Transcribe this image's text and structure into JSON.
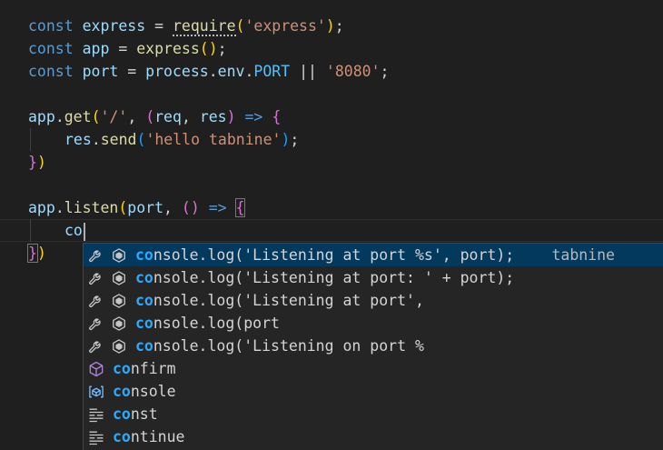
{
  "code": {
    "l1": {
      "kw": "const",
      "name": "express",
      "eq": " = ",
      "fn": "require",
      "o": "(",
      "arg": "'express'",
      "c": ")",
      "end": ";"
    },
    "l2": {
      "kw": "const",
      "name": "app",
      "eq": " = ",
      "fn": "express",
      "o": "(",
      "c": ")",
      "end": ";"
    },
    "l3": {
      "kw": "const",
      "name": "port",
      "eq": " = ",
      "obj": "process",
      "d1": ".",
      "prop1": "env",
      "d2": ".",
      "prop2": "PORT",
      "or": " || ",
      "val": "'8080'",
      "end": ";"
    },
    "l5": {
      "obj": "app",
      "dot": ".",
      "fn": "get",
      "o": "(",
      "path": "'/'",
      "comma": ", ",
      "o2": "(",
      "p1": "req",
      "pc": ", ",
      "p2": "res",
      "c2": ")",
      "arrow": " => ",
      "brace": "{"
    },
    "l6": {
      "obj": "res",
      "dot": ".",
      "fn": "send",
      "o": "(",
      "arg": "'hello tabnine'",
      "c": ")",
      "end": ";"
    },
    "l7": {
      "c": "}",
      "c2": ")"
    },
    "l9": {
      "obj": "app",
      "dot": ".",
      "fn": "listen",
      "o": "(",
      "arg": "port",
      "comma": ", ",
      "o2": "(",
      "c2": ")",
      "arrow": " => ",
      "brace": "{"
    },
    "l10": {
      "typed": "co"
    },
    "l11": {
      "c": "}",
      "c2": ")"
    }
  },
  "suggestions": [
    {
      "icon": "tabnine-icon",
      "prefix": "co",
      "rest": "nsole.log('Listening at port %s', port);",
      "detail": "tabnine",
      "selected": true
    },
    {
      "icon": "tabnine-icon",
      "prefix": "co",
      "rest": "nsole.log('Listening at port: ' + port);",
      "detail": "",
      "selected": false
    },
    {
      "icon": "tabnine-icon",
      "prefix": "co",
      "rest": "nsole.log('Listening at port',",
      "detail": "",
      "selected": false
    },
    {
      "icon": "tabnine-icon",
      "prefix": "co",
      "rest": "nsole.log(port",
      "detail": "",
      "selected": false
    },
    {
      "icon": "tabnine-icon",
      "prefix": "co",
      "rest": "nsole.log('Listening on port %",
      "detail": "",
      "selected": false
    },
    {
      "icon": "module-icon",
      "prefix": "co",
      "rest": "nfirm",
      "detail": "",
      "selected": false
    },
    {
      "icon": "variable-icon",
      "prefix": "co",
      "rest": "nsole",
      "detail": "",
      "selected": false
    },
    {
      "icon": "keyword-icon",
      "prefix": "co",
      "rest": "nst",
      "detail": "",
      "selected": false
    },
    {
      "icon": "keyword-icon",
      "prefix": "co",
      "rest": "ntinue",
      "detail": "",
      "selected": false
    }
  ],
  "colors": {
    "highlight": "#2aaaff",
    "selection": "#04395e",
    "module": "#b180d7",
    "variable": "#75beff"
  }
}
